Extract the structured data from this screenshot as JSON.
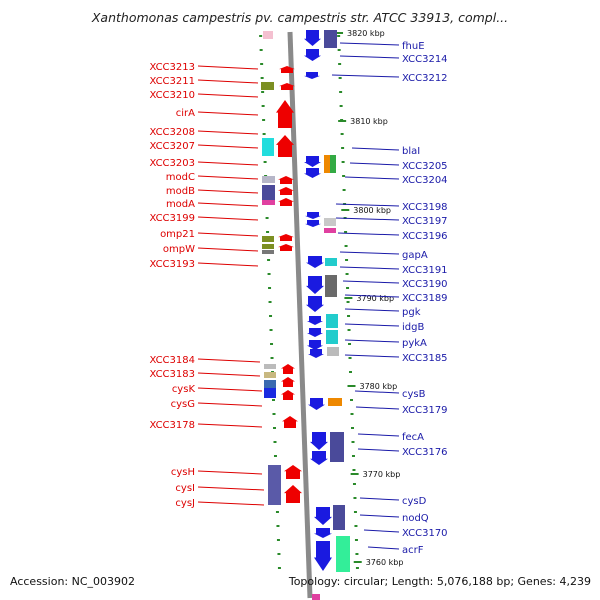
{
  "title": "Xanthomonas campestris pv. campestris str. ATCC 33913, compl...",
  "footer": {
    "accession": "Accession: NC_003902",
    "topology": "Topology: circular; Length: 5,076,188 bp; Genes: 4,239"
  },
  "scale": {
    "unit": "kbp",
    "ticks": [
      {
        "label": "3820 kbp"
      },
      {
        "label": "3810 kbp"
      },
      {
        "label": "3800 kbp"
      },
      {
        "label": "3790 kbp"
      },
      {
        "label": "3780 kbp"
      },
      {
        "label": "3770 kbp"
      },
      {
        "label": "3760 kbp"
      }
    ]
  },
  "genes_left": [
    "XCC3213",
    "XCC3211",
    "XCC3210",
    "cirA",
    "XCC3208",
    "XCC3207",
    "XCC3203",
    "modC",
    "modB",
    "modA",
    "XCC3199",
    "omp21",
    "ompW",
    "XCC3193",
    "XCC3184",
    "XCC3183",
    "cysK",
    "cysG",
    "XCC3178",
    "cysH",
    "cysI",
    "cysJ"
  ],
  "genes_right": [
    "fhuE",
    "XCC3214",
    "XCC3212",
    "blaI",
    "XCC3205",
    "XCC3204",
    "XCC3198",
    "XCC3197",
    "XCC3196",
    "gapA",
    "XCC3191",
    "XCC3190",
    "XCC3189",
    "pgk",
    "idgB",
    "pykA",
    "XCC3185",
    "cysB",
    "XCC3179",
    "fecA",
    "XCC3176",
    "cysD",
    "nodQ",
    "XCC3170",
    "acrF"
  ],
  "colors": {
    "left_strand": "#ee0000",
    "right_strand": "#1a1ae0",
    "backbone": "#888888",
    "tick": "#2a8a2a",
    "left_label": "#dd0000",
    "right_label": "#1a1aa8"
  }
}
